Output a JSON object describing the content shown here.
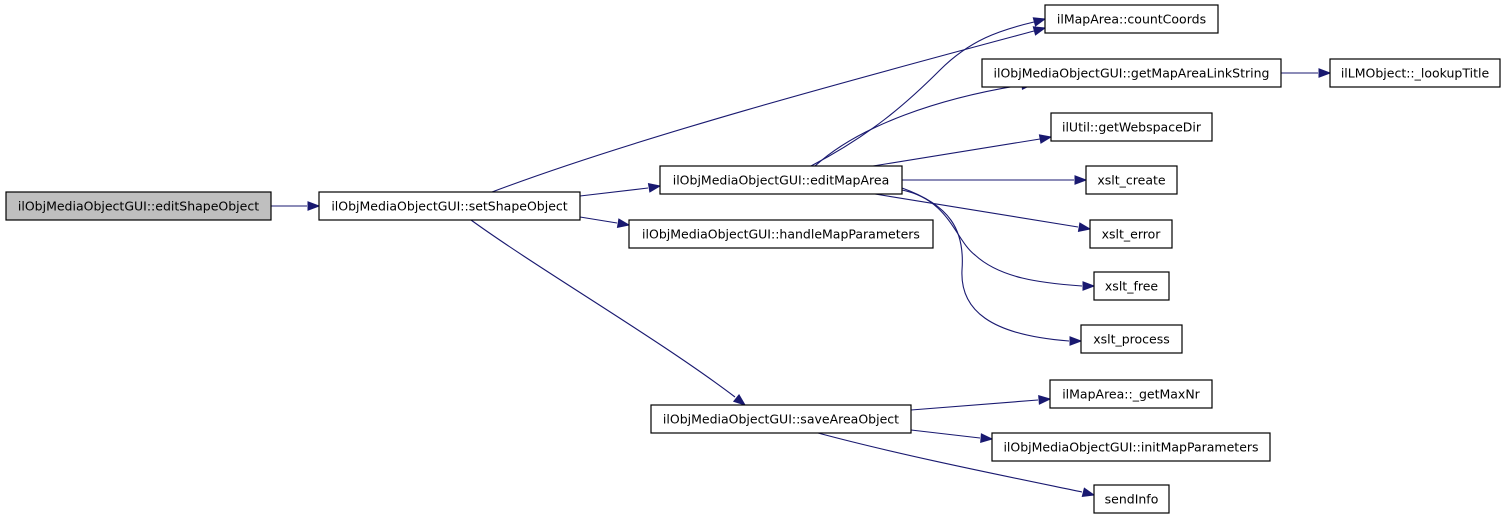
{
  "nodes": {
    "editShapeObject": "ilObjMediaObjectGUI::editShapeObject",
    "setShapeObject": "ilObjMediaObjectGUI::setShapeObject",
    "editMapArea": "ilObjMediaObjectGUI::editMapArea",
    "handleMapParameters": "ilObjMediaObjectGUI::handleMapParameters",
    "saveAreaObject": "ilObjMediaObjectGUI::saveAreaObject",
    "countCoords": "ilMapArea::countCoords",
    "getMapAreaLinkString": "ilObjMediaObjectGUI::getMapAreaLinkString",
    "lookupTitle": "ilLMObject::_lookupTitle",
    "getWebspaceDir": "ilUtil::getWebspaceDir",
    "xslt_create": "xslt_create",
    "xslt_error": "xslt_error",
    "xslt_free": "xslt_free",
    "xslt_process": "xslt_process",
    "getMaxNr": "ilMapArea::_getMaxNr",
    "initMapParameters": "ilObjMediaObjectGUI::initMapParameters",
    "sendInfo": "sendInfo"
  },
  "root_node": "editShapeObject",
  "edges": [
    [
      "editShapeObject",
      "setShapeObject"
    ],
    [
      "setShapeObject",
      "countCoords"
    ],
    [
      "setShapeObject",
      "editMapArea"
    ],
    [
      "setShapeObject",
      "handleMapParameters"
    ],
    [
      "setShapeObject",
      "saveAreaObject"
    ],
    [
      "editMapArea",
      "countCoords"
    ],
    [
      "editMapArea",
      "getMapAreaLinkString"
    ],
    [
      "editMapArea",
      "getWebspaceDir"
    ],
    [
      "editMapArea",
      "xslt_create"
    ],
    [
      "editMapArea",
      "xslt_error"
    ],
    [
      "editMapArea",
      "xslt_free"
    ],
    [
      "editMapArea",
      "xslt_process"
    ],
    [
      "getMapAreaLinkString",
      "lookupTitle"
    ],
    [
      "saveAreaObject",
      "getMaxNr"
    ],
    [
      "saveAreaObject",
      "initMapParameters"
    ],
    [
      "saveAreaObject",
      "sendInfo"
    ]
  ],
  "colors": {
    "edge": "#191970",
    "node_border": "#000000",
    "node_fill": "#ffffff",
    "root_fill": "#bfbfbf"
  }
}
